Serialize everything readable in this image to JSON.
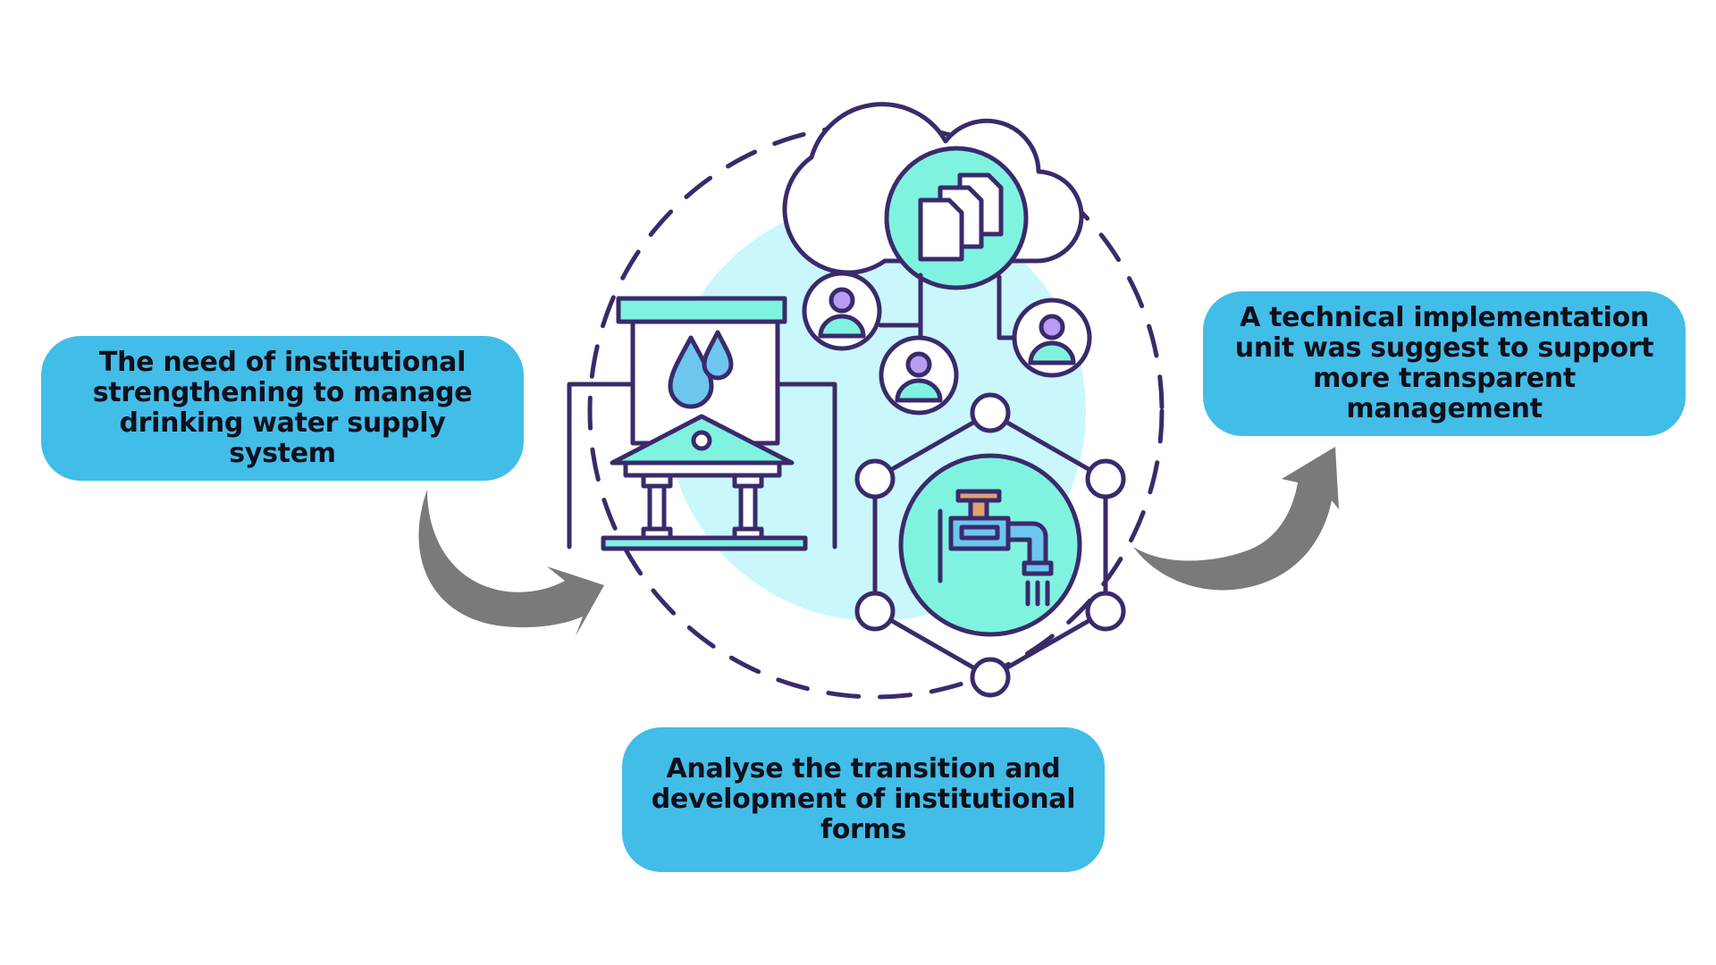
{
  "cards": {
    "left": {
      "text": "The need of institutional strengthening to manage drinking water supply system"
    },
    "right": {
      "text": "A technical implementation unit was suggest to support more transparent management"
    },
    "bottom": {
      "text": "Analyse the transition and development of institutional forms"
    }
  },
  "icons": {
    "building": "water-institution-building-icon",
    "cloud": "cloud-documents-icon",
    "people": "user-network-icon",
    "tap": "water-tap-network-icon"
  },
  "colors": {
    "card_fill": "#42bde8",
    "outline": "#3a2a6b",
    "teal": "#7ff3e0",
    "halo": "#c9f7fb",
    "drop": "#6cc6ee",
    "person": "#b99cf0",
    "arrow": "#7a7a7a"
  }
}
